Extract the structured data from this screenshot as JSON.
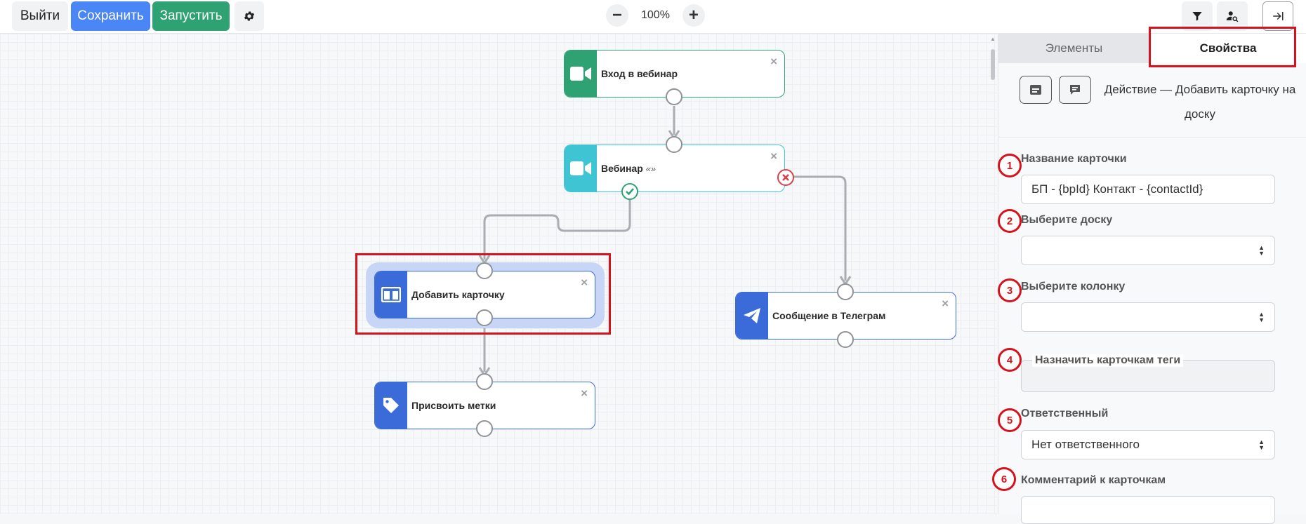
{
  "toolbar": {
    "exit_label": "Выйти",
    "save_label": "Сохранить",
    "run_label": "Запустить",
    "zoom_minus": "−",
    "zoom_level": "100%",
    "zoom_plus": "+"
  },
  "nodes": {
    "webinar_entry": {
      "title": "Вход в вебинар",
      "close": "×"
    },
    "webinar": {
      "title": "Вебинар",
      "subtitle": "«»",
      "close": "×"
    },
    "add_card": {
      "title": "Добавить карточку",
      "close": "×"
    },
    "telegram": {
      "title": "Сообщение в Телеграм",
      "close": "×"
    },
    "assign_tags": {
      "title": "Присвоить метки",
      "close": "×"
    }
  },
  "panel": {
    "tabs": [
      {
        "label": "Элементы"
      },
      {
        "label": "Свойства"
      }
    ],
    "active_tab": "Свойства",
    "header_text": "Действие — Добавить карточку на доску",
    "fields": {
      "card_name_label": "Название карточки",
      "card_name_value": "БП - {bpId} Контакт - {contactId}",
      "board_label": "Выберите доску",
      "board_value": "",
      "column_label": "Выберите колонку",
      "column_value": "",
      "tags_label": "Назначить карточкам теги",
      "responsible_label": "Ответственный",
      "responsible_value": "Нет ответственного",
      "comment_label": "Комментарий к карточкам"
    }
  },
  "annotations": [
    "1",
    "2",
    "3",
    "4",
    "5",
    "6"
  ],
  "colors": {
    "primary": "#4a86f5",
    "success": "#2fa273",
    "webinar_green": "#2fa273",
    "webinar_teal": "#3fc4d3",
    "action_blue": "#3b6ad9",
    "annotation_red": "#d8121c"
  }
}
